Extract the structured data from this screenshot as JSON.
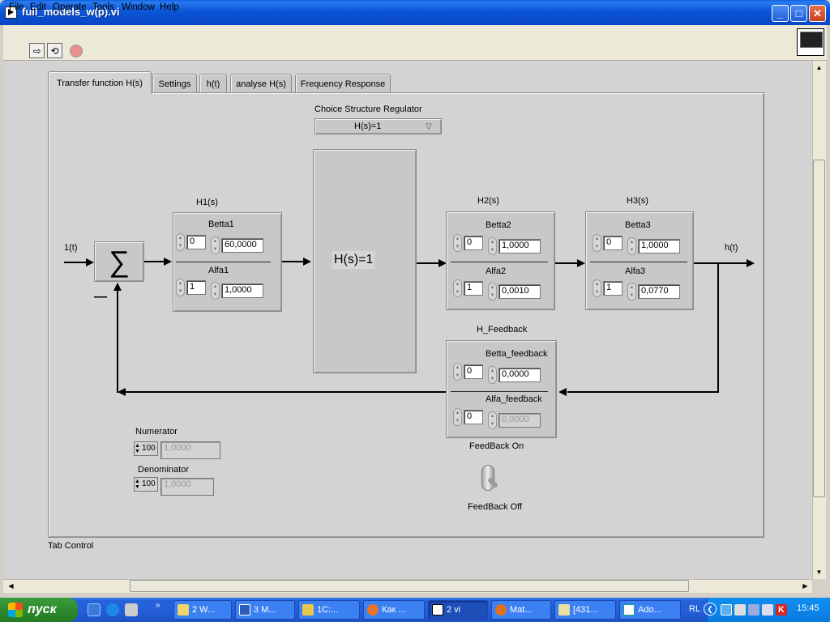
{
  "window": {
    "title": "full_models_w(p).vi"
  },
  "menu": [
    "File",
    "Edit",
    "Operate",
    "Tools",
    "Window",
    "Help"
  ],
  "tabs": [
    "Transfer function H(s)",
    "Settings",
    "h(t)",
    "analyse H(s)",
    "Frequency Response"
  ],
  "regulator": {
    "label": "Choice Structure Regulator",
    "selected": "H(s)=1",
    "display": "H(s)=1"
  },
  "h1": {
    "title": "H1(s)",
    "betta_label": "Betta1",
    "betta_order": "0",
    "betta_value": "60,0000",
    "alfa_label": "Alfa1",
    "alfa_order": "1",
    "alfa_value": "1,0000"
  },
  "h2": {
    "title": "H2(s)",
    "betta_label": "Betta2",
    "betta_order": "0",
    "betta_value": "1,0000",
    "alfa_label": "Alfa2",
    "alfa_order": "1",
    "alfa_value": "0,0010"
  },
  "h3": {
    "title": "H3(s)",
    "betta_label": "Betta3",
    "betta_order": "0",
    "betta_value": "1,0000",
    "alfa_label": "Alfa3",
    "alfa_order": "1",
    "alfa_value": "0,0770"
  },
  "feedback": {
    "title": "H_Feedback",
    "betta_label": "Betta_feedback",
    "betta_order": "0",
    "betta_value": "0,0000",
    "alfa_label": "Alfa_feedback",
    "alfa_order": "0",
    "alfa_value": "0,0000",
    "on_label": "FeedBack On",
    "off_label": "FeedBack Off"
  },
  "signals": {
    "input": "1(t)",
    "output": "h(t)",
    "minus": "—",
    "sum_symbol": "∑"
  },
  "numerator": {
    "label": "Numerator",
    "index": "100",
    "value": "1,0000"
  },
  "denominator": {
    "label": "Denominator",
    "index": "100",
    "value": "1,0000"
  },
  "tab_control_label": "Tab Control",
  "taskbar": {
    "start": "пуск",
    "tasks": [
      "2 W...",
      "3 M...",
      "1C:...",
      "Как ...",
      "2 vi",
      "Mat...",
      "[431...",
      "Ado..."
    ],
    "lang": "RL",
    "time": "15:45"
  },
  "colors": {
    "titlebar": "#0a55d8",
    "panel": "#d3d3d3",
    "taskbar": "#245fdb",
    "start": "#2e8a2e"
  }
}
